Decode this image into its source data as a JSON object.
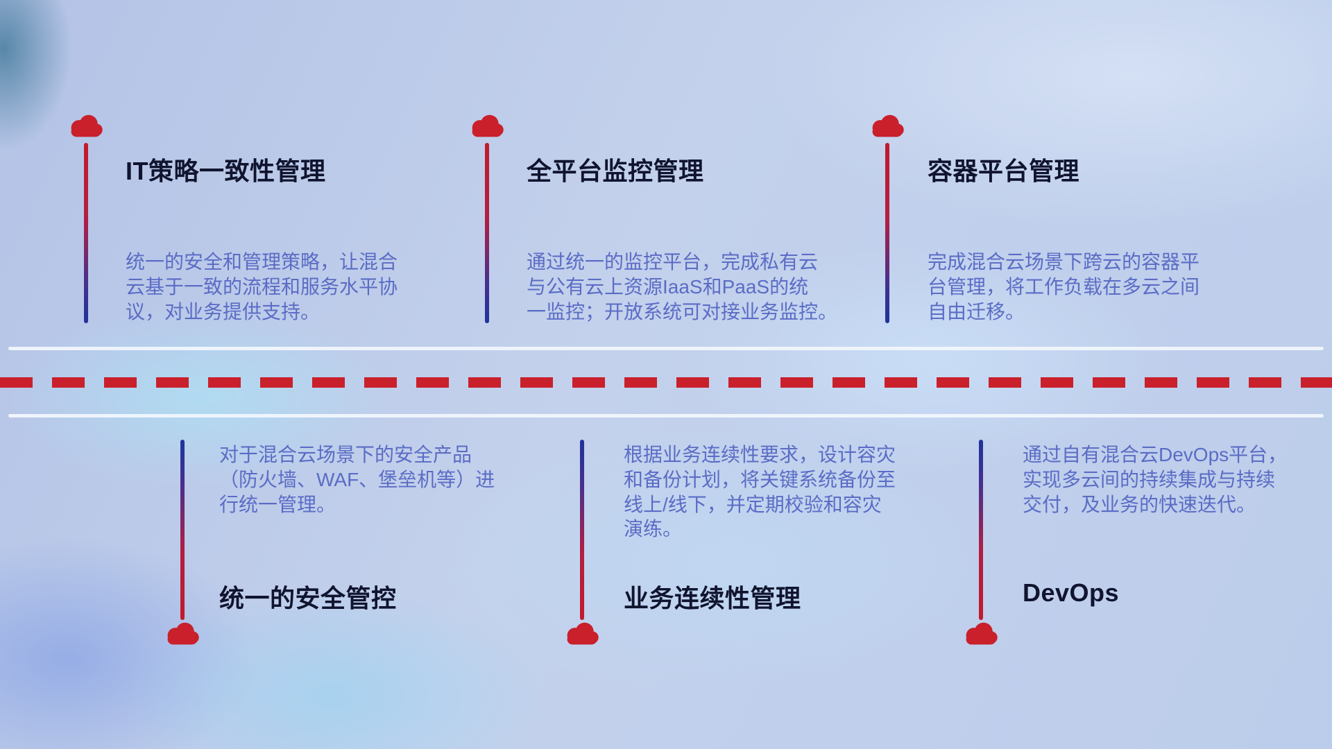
{
  "colors": {
    "accent_red": "#c9202c",
    "accent_blue": "#1f339b",
    "title_text": "#10142e",
    "description_text": "#5b6cc5",
    "road_solid_line": "#f3f7fd"
  },
  "icons": {
    "marker": "cloud-icon"
  },
  "top_items": [
    {
      "title": "IT策略一致性管理",
      "desc": "统一的安全和管理策略，让混合\n云基于一致的流程和服务水平协\n议，对业务提供支持。"
    },
    {
      "title": "全平台监控管理",
      "desc": "通过统一的监控平台，完成私有云\n与公有云上资源IaaS和PaaS的统\n一监控；开放系统可对接业务监控。"
    },
    {
      "title": "容器平台管理",
      "desc": "完成混合云场景下跨云的容器平\n台管理，将工作负载在多云之间\n自由迁移。"
    }
  ],
  "bottom_items": [
    {
      "title": "统一的安全管控",
      "desc": "对于混合云场景下的安全产品\n（防火墙、WAF、堡垒机等）进\n行统一管理。"
    },
    {
      "title": "业务连续性管理",
      "desc": "根据业务连续性要求，设计容灾\n和备份计划，将关键系统备份至\n线上/线下，并定期校验和容灾\n演练。"
    },
    {
      "title": "DevOps",
      "desc": "通过自有混合云DevOps平台，\n实现多云间的持续集成与持续\n交付，及业务的快速迭代。"
    }
  ]
}
